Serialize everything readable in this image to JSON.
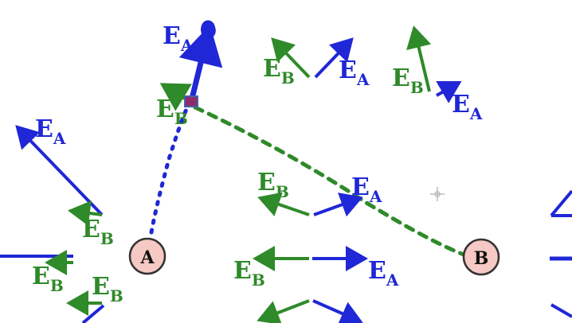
{
  "labels": {
    "ea_main": "E",
    "ea_sub": "A",
    "eb_main": "E",
    "eb_sub": "B"
  },
  "charges": {
    "a": "A",
    "b": "B"
  },
  "colors": {
    "ea": "#1f27d6",
    "eb": "#2f8a2a",
    "charge_fill": "#f7c9c4",
    "charge_stroke": "#333333",
    "dotted_a": "#1f27d6",
    "dotted_b": "#2f8a2a"
  }
}
